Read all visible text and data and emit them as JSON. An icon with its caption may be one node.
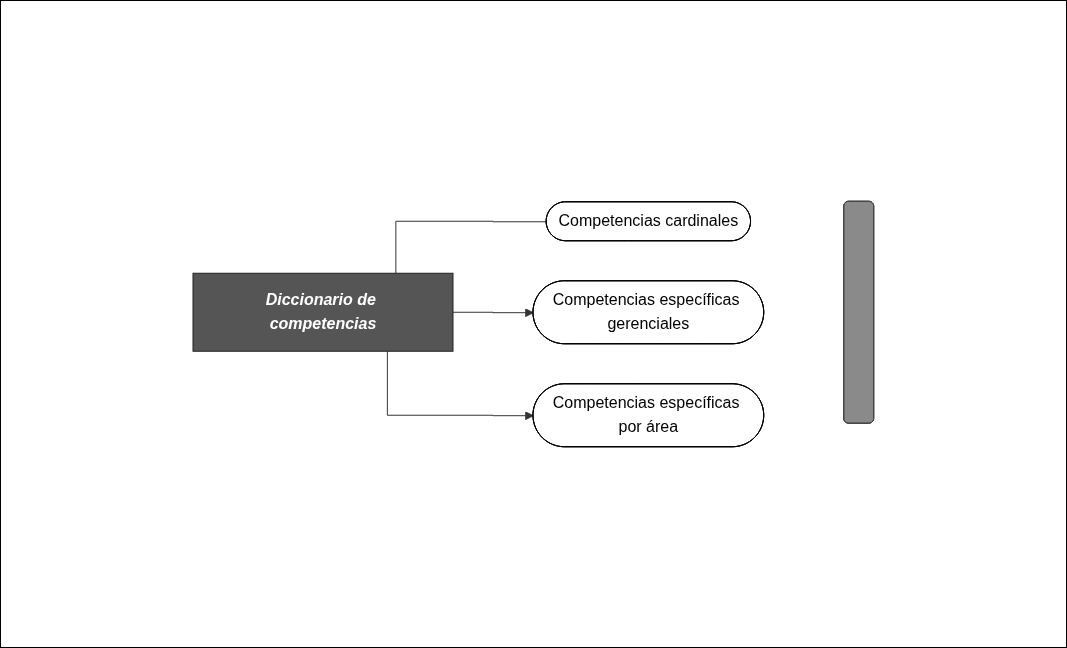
{
  "diagram": {
    "nodes": [
      {
        "text": [
          "Diccionario de competencias"
        ]
      },
      {
        "text": [
          "Competencias cardinales"
        ]
      },
      {
        "text": [
          "Competencias específicas gerenciales"
        ]
      },
      {
        "text": [
          "Competencias específicas por área"
        ]
      },
      {
        "text": [],
        "shape": "box"
      }
    ],
    "edges": [
      {
        "from": 0,
        "to": 1,
        "arrow": "none"
      },
      {
        "from": 0,
        "to": 2,
        "arrow": "to"
      },
      {
        "from": 0,
        "to": 3,
        "arrow": "to"
      }
    ]
  }
}
